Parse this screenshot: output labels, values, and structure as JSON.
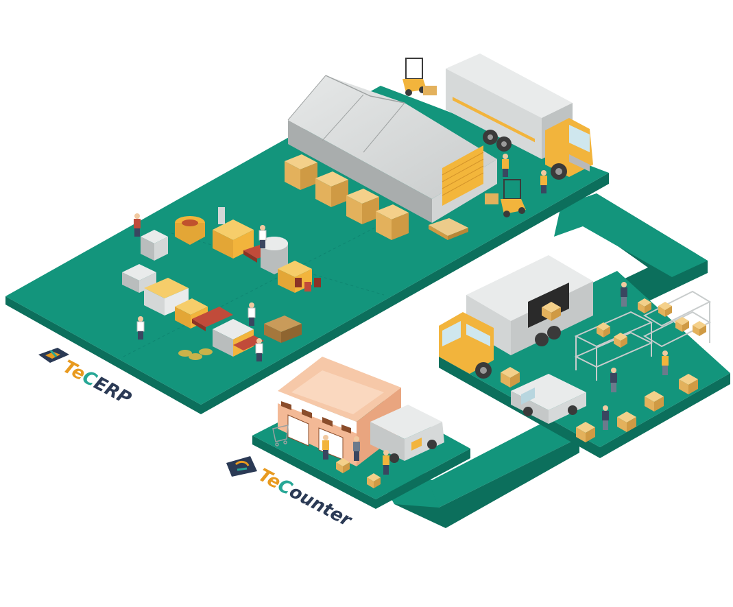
{
  "brands": {
    "erp": {
      "prefix": "Te",
      "highlight": "C",
      "suffix": "ERP",
      "icon": "teerp-logo-icon"
    },
    "counter": {
      "prefix": "Te",
      "highlight": "C",
      "suffix": "ounter",
      "icon": "tecounter-logo-icon"
    }
  },
  "colors": {
    "platform_top": "#13957c",
    "platform_side": "#0c6f5c",
    "truck_cab": "#f2b43c",
    "cargo_box": "#e8c27a",
    "brand_dark": "#2b3a55",
    "brand_orange": "#e89a1f",
    "brand_teal": "#27a796"
  },
  "icons": [
    "factory-machine-icon",
    "warehouse-icon",
    "truck-icon",
    "forklift-icon",
    "van-icon",
    "shop-icon",
    "shelf-rack-icon",
    "worker-icon",
    "box-icon",
    "pallet-icon"
  ]
}
